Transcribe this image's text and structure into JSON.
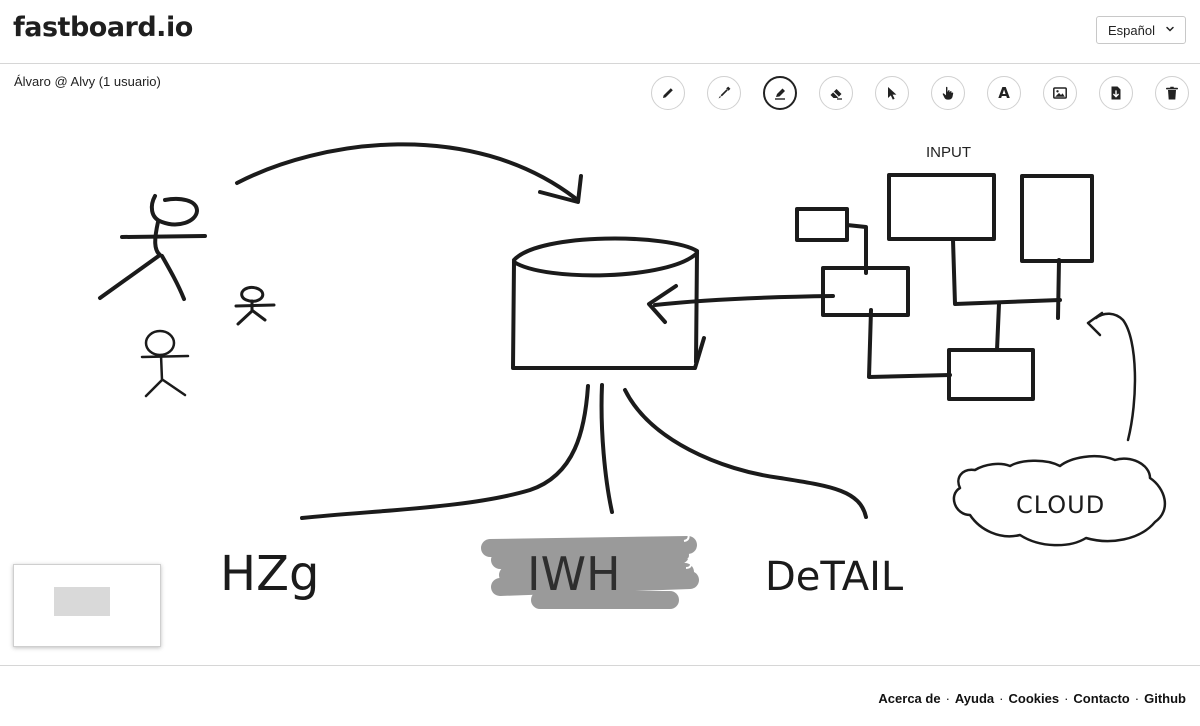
{
  "header": {
    "logo": "fastboard.io",
    "language": {
      "selected": "Español"
    }
  },
  "session": {
    "user_info": "Álvaro @ Alvy (1 usuario)"
  },
  "toolbar": {
    "tools": [
      {
        "name": "pencil",
        "icon": "pencil-icon"
      },
      {
        "name": "marker",
        "icon": "marker-icon"
      },
      {
        "name": "highlighter",
        "icon": "highlighter-icon",
        "active": true
      },
      {
        "name": "eraser",
        "icon": "eraser-icon"
      },
      {
        "name": "select",
        "icon": "cursor-icon"
      },
      {
        "name": "pan",
        "icon": "hand-icon"
      },
      {
        "name": "text",
        "icon": "text-icon",
        "glyph": "A"
      },
      {
        "name": "image",
        "icon": "image-icon"
      },
      {
        "name": "download",
        "icon": "download-icon"
      },
      {
        "name": "delete",
        "icon": "trash-icon"
      }
    ]
  },
  "canvas": {
    "labels": {
      "input": "INPUT",
      "cloud": "CLOUD",
      "hzg": "HZg",
      "iwh": "IWH",
      "detail": "DeTAIL"
    }
  },
  "footer": {
    "links": [
      "Acerca de",
      "Ayuda",
      "Cookies",
      "Contacto",
      "Github"
    ]
  }
}
